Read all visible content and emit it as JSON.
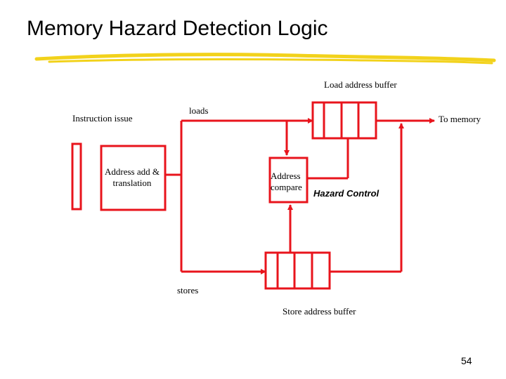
{
  "slide": {
    "title": "Memory Hazard Detection Logic",
    "page_number": "54"
  },
  "diagram": {
    "labels": {
      "load_address_buffer": "Load address buffer",
      "instruction_issue": "Instruction issue",
      "loads": "loads",
      "to_memory": "To memory",
      "address_add_line1": "Address add &",
      "address_add_line2": "translation",
      "address_compare_line1": "Address",
      "address_compare_line2": "compare",
      "hazard_control": "Hazard Control",
      "stores": "stores",
      "store_address_buffer": "Store address buffer"
    },
    "colors": {
      "line": "#e8141c",
      "accent_underline": "#f2d21b"
    }
  }
}
